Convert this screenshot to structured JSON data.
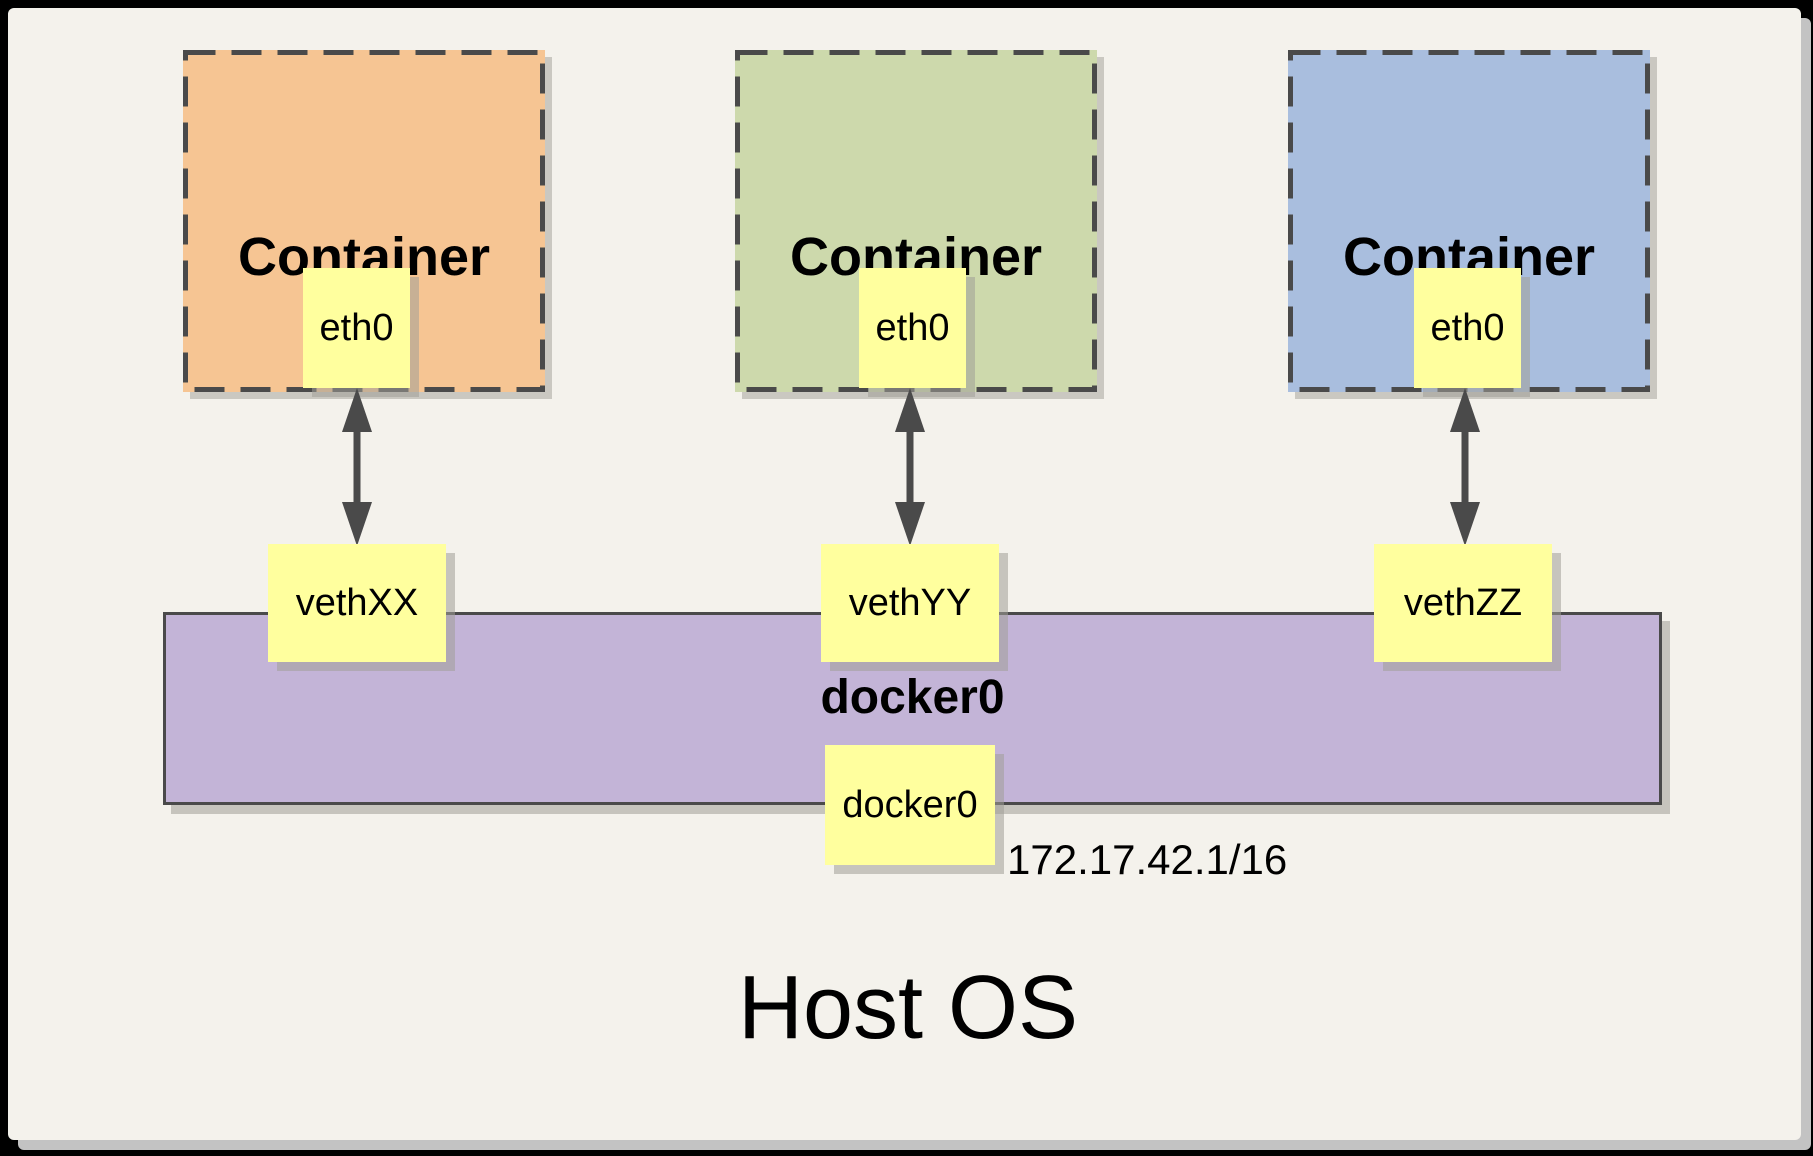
{
  "host": {
    "label": "Host OS"
  },
  "bridge": {
    "name": "docker0",
    "interface_label": "docker0",
    "ip": "172.17.42.1/16"
  },
  "containers": [
    {
      "label": "Container",
      "interface": "eth0",
      "veth": "vethXX",
      "fill": "#f6c593"
    },
    {
      "label": "Container",
      "interface": "eth0",
      "veth": "vethYY",
      "fill": "#cdd9ac"
    },
    {
      "label": "Container",
      "interface": "eth0",
      "veth": "vethZZ",
      "fill": "#a9bede"
    }
  ],
  "colors": {
    "canvas_frame": "#000000",
    "panel_background": "#f4f2ec",
    "node_fill": "#ffff9e",
    "bridge_fill": "#c3b4d7",
    "stroke": "#4a4a4a"
  }
}
